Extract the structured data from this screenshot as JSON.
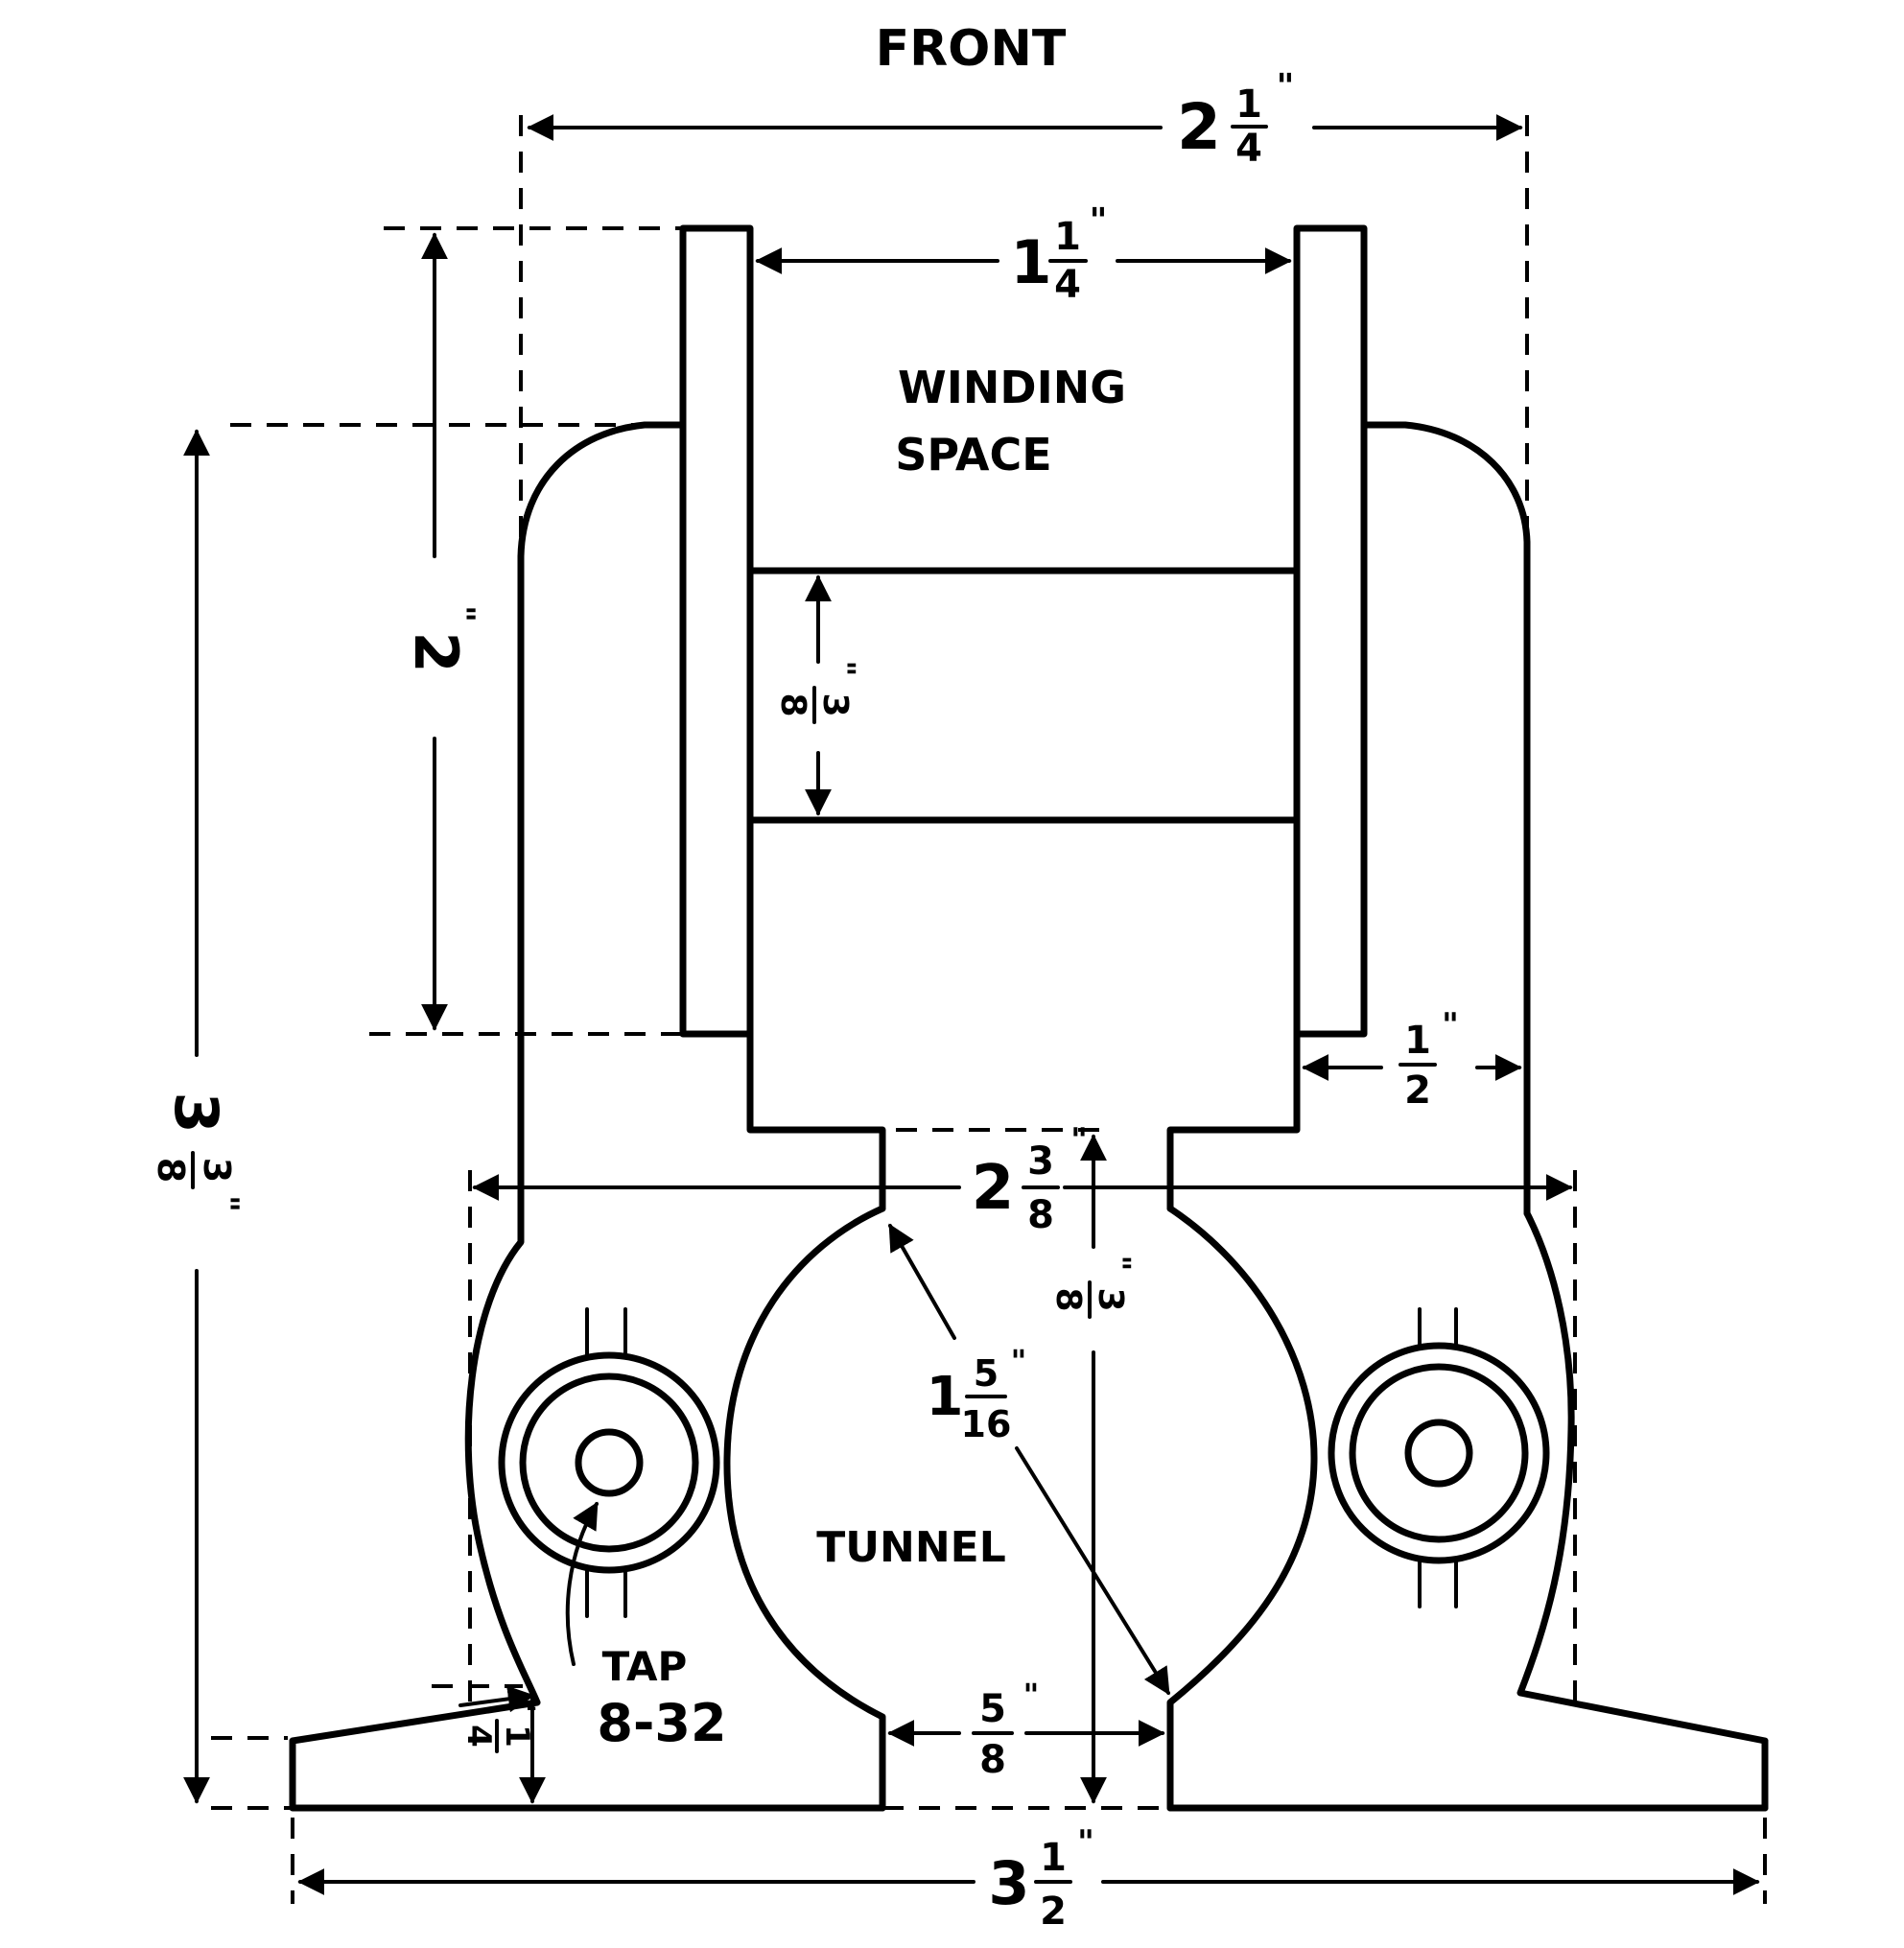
{
  "labels": {
    "front": "FRONT",
    "winding_line1": "WINDING",
    "winding_line2": "SPACE",
    "tunnel": "TUNNEL",
    "tap_line1": "TAP",
    "tap_line2": "8-32"
  },
  "dimensions": {
    "overall_top_width": {
      "whole": "2",
      "num": "1",
      "den": "4",
      "unit": "\""
    },
    "inner_width": {
      "whole": "1",
      "num": "1",
      "den": "4",
      "unit": "\""
    },
    "left_height": {
      "whole": "2",
      "unit": "\""
    },
    "overall_height": {
      "whole": "3",
      "num": "3",
      "den": "8",
      "unit": "\""
    },
    "core_height": {
      "num": "3",
      "den": "8",
      "unit": "\""
    },
    "flange_offset": {
      "num": "1",
      "den": "2",
      "unit": "\""
    },
    "mid_width": {
      "whole": "2",
      "num": "3",
      "den": "8",
      "unit": "\""
    },
    "tunnel_height": {
      "num": "3",
      "den": "8",
      "unit": "\""
    },
    "tunnel_width": {
      "whole": "1",
      "num": "5",
      "den": "16",
      "unit": "\""
    },
    "gap": {
      "num": "5",
      "den": "8",
      "unit": "\""
    },
    "base_thickness": {
      "num": "1",
      "den": "4",
      "unit": "\""
    },
    "base_width": {
      "whole": "3",
      "num": "1",
      "den": "2",
      "unit": "\""
    }
  }
}
